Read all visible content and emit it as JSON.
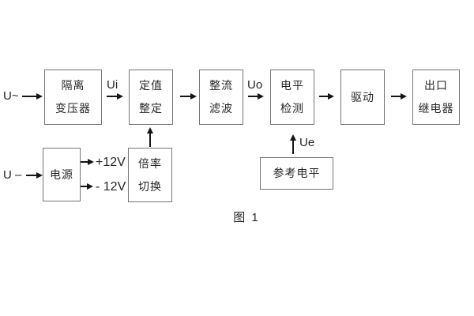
{
  "figure": {
    "caption": "图 1",
    "inputs": {
      "ac": "U~",
      "dc": "U –"
    },
    "signal_labels": {
      "ui": "Ui",
      "uo": "Uo",
      "ue": "Ue"
    },
    "power_rails": {
      "positive": "+12V",
      "negative": "- 12V"
    },
    "blocks": {
      "isolation_transformer": {
        "line1": "隔离",
        "line2": "变压器"
      },
      "setpoint_adjust": {
        "line1": "定值",
        "line2": "整定"
      },
      "rectifier_filter": {
        "line1": "整流",
        "line2": "滤波"
      },
      "level_detector": {
        "line1": "电平",
        "line2": "检测"
      },
      "driver": {
        "label": "驱动"
      },
      "output_relay": {
        "line1": "出口",
        "line2": "继电器"
      },
      "power_supply": {
        "label": "电源"
      },
      "ratio_switch": {
        "line1": "倍率",
        "line2": "切换"
      },
      "reference_level": {
        "label": "参考电平"
      }
    },
    "colors": {
      "background": "#ffffff",
      "border": "#757575",
      "text": "#262626",
      "arrow": "#151515"
    }
  }
}
